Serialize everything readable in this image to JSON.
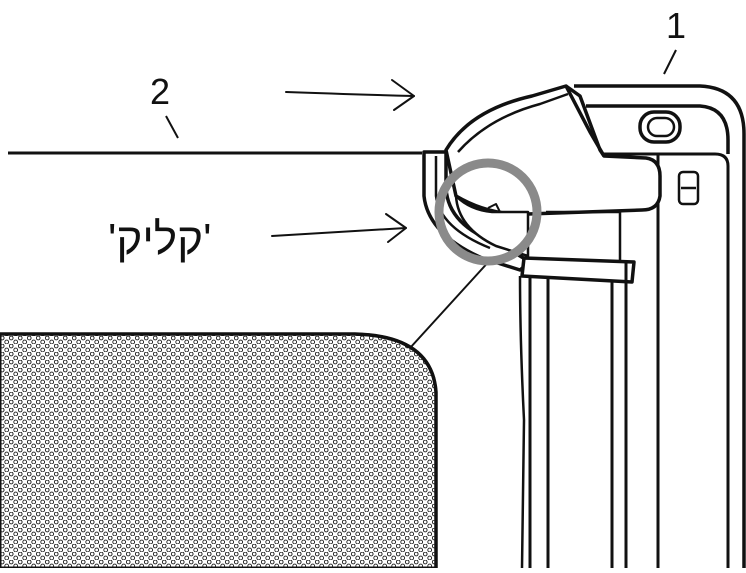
{
  "labels": {
    "part_1": "1",
    "part_2": "2",
    "click_sound": "'קליק'"
  },
  "colors": {
    "ink": "#111111",
    "highlight_circle": "#8a8a8a",
    "mesh_fill": "#e9e9e9",
    "background": "#ffffff"
  },
  "icons": {
    "arrow_top": "right-arrow",
    "arrow_click": "right-arrow",
    "highlight": "circle-highlight"
  }
}
